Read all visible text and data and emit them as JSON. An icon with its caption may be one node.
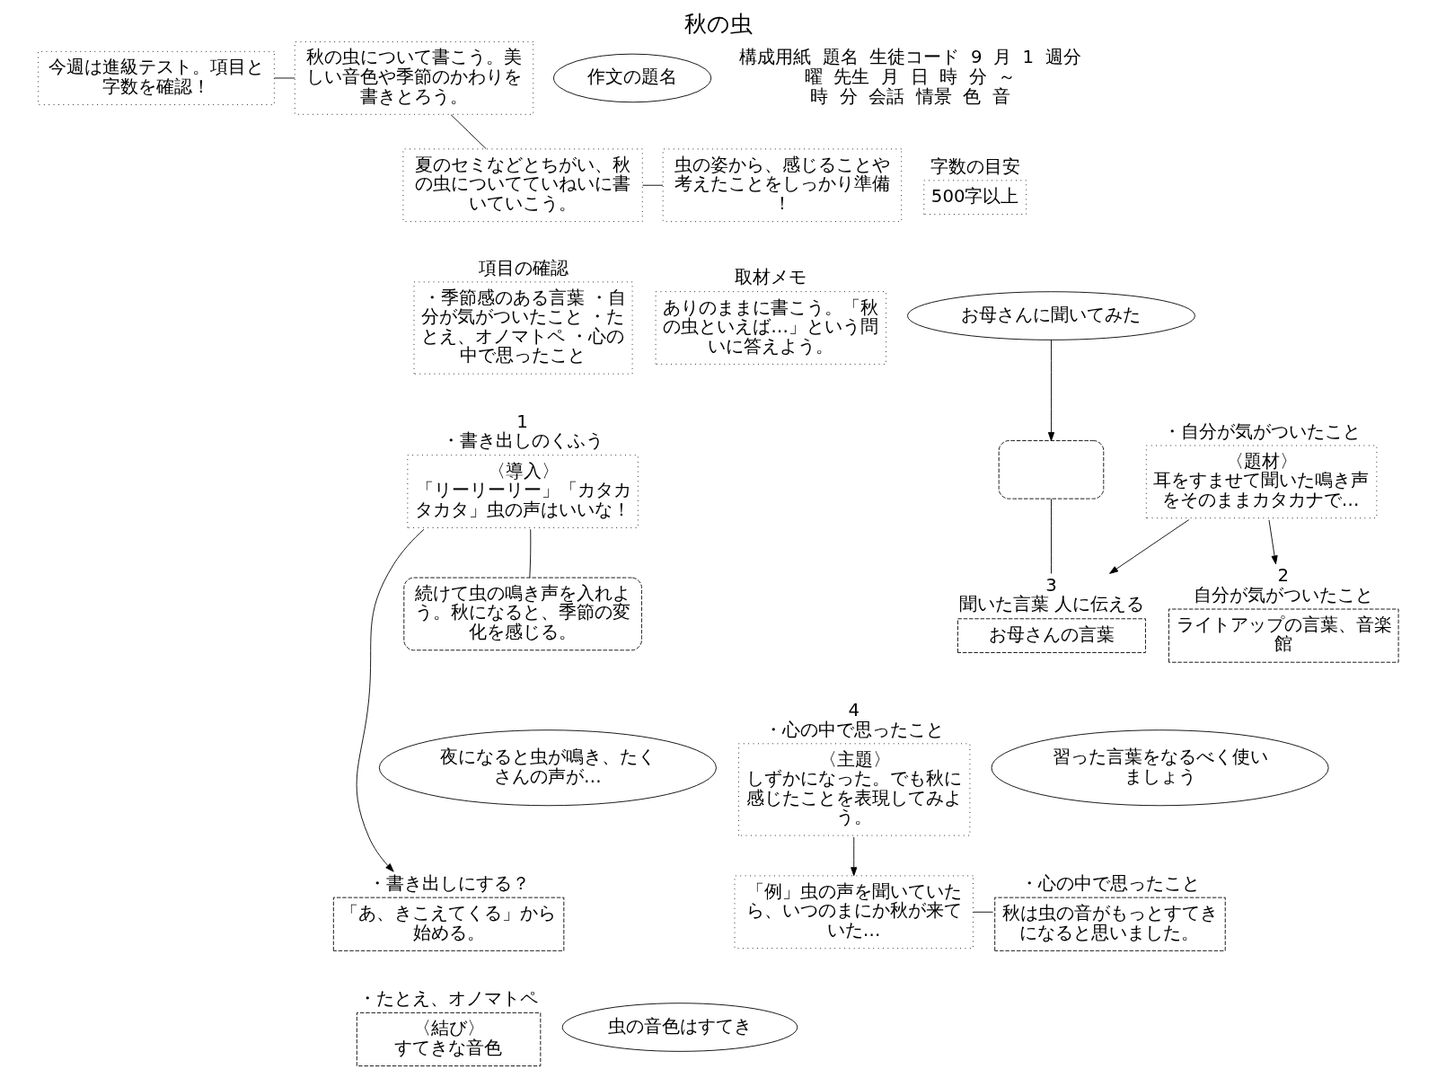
{
  "diagram": {
    "title": "秋の虫",
    "nodes": [
      {
        "text": [
          "今週は進級テスト。項目と字数を確認！"
        ]
      },
      {
        "text": [
          "秋の虫について書こう。美しい音色や季節のかわりを書きとろう。"
        ]
      },
      {
        "text": [
          "夏のセミなどとちがい、秋の虫についてていねいに書いていこう。"
        ]
      },
      {
        "text": [
          "虫の姿から、感じることや考えたことをしっかり準備！"
        ]
      },
      {
        "text": [
          "作文の題名"
        ]
      },
      {
        "text": [
          "・季節感のある言葉 ・自分が気がついたこと ・たとえ、オノマトペ ・心の中で思ったこと"
        ],
        "beside": [
          "項目の確認"
        ]
      },
      {
        "text": [
          "500字以上"
        ],
        "beside": [
          "字数の目安"
        ]
      },
      {
        "text": [
          "ありのままに書こう。「秋の虫といえば…」という問いに答えよう。"
        ],
        "beside": [
          "取材メモ"
        ]
      },
      {
        "text": [
          "お母さんに聞いてみた"
        ]
      },
      {
        "text": [],
        "shape": "cloud"
      },
      {
        "text": [
          "ライトアップの言葉、音楽館"
        ],
        "beside": [
          "2",
          "自分が気がついたこと"
        ]
      },
      {
        "text": [
          "〈題材〉",
          "耳をすませて聞いた鳴き声をそのままカタカナで…"
        ],
        "beside": [
          "・自分が気がついたこと"
        ]
      },
      {
        "text": [
          "〈導入〉",
          "「リーリーリー」「カタカタカタ」虫の声はいいな！"
        ],
        "beside": [
          "1",
          "・書き出しのくふう"
        ]
      },
      {
        "text": [
          "「あ、きこえてくる」から始める。"
        ],
        "beside": [
          "・書き出しにする？"
        ]
      },
      {
        "text": [
          "続けて虫の鳴き声を入れよう。秋になると、季節の変化を感じる。"
        ]
      },
      {
        "text": [
          "夜になると虫が鳴き、たくさんの声が…"
        ]
      },
      {
        "text": [
          "お母さんの言葉"
        ],
        "beside": [
          "3",
          "聞いた言葉 人に伝える"
        ]
      },
      {
        "text": [
          "〈主題〉",
          "しずかになった。でも秋に感じたことを表現してみよう。"
        ],
        "beside": [
          "4",
          "・心の中で思ったこと"
        ]
      },
      {
        "text": [
          "習った言葉をなるべく使いましょう"
        ]
      },
      {
        "text": [
          "秋は虫の音がもっとすてきになると思いました。"
        ],
        "beside": [
          "・心の中で思ったこと"
        ]
      },
      {
        "text": [
          "「例」虫の声を聞いていたら、いつのまにか秋が来ていた…"
        ]
      },
      {
        "text": [
          "虫の音色はすてき"
        ]
      },
      {
        "text": [
          "〈結び〉",
          "すてきな音色"
        ],
        "beside": [
          "・たとえ、オノマトペ"
        ]
      }
    ],
    "edges": [
      {
        "from": 0,
        "to": 1,
        "arrow": "none"
      },
      {
        "from": 1,
        "to": 2,
        "arrow": "none"
      },
      {
        "from": 2,
        "to": 3,
        "arrow": "none"
      },
      {
        "from": 8,
        "to": 9,
        "arrow": "to"
      },
      {
        "from": 9,
        "to": 16,
        "arrow": "none"
      },
      {
        "from": 11,
        "to": 10,
        "arrow": "to"
      },
      {
        "from": 11,
        "to": 16,
        "arrow": "to"
      },
      {
        "from": 12,
        "to": 14,
        "arrow": "none"
      },
      {
        "from": 12,
        "to": 13,
        "arrow": "to"
      },
      {
        "from": 17,
        "to": 20,
        "arrow": "to"
      },
      {
        "from": 20,
        "to": 19,
        "arrow": "none"
      }
    ],
    "labels": [
      "構成用紙",
      "題名",
      "生徒コード",
      "9",
      "月",
      "1",
      "週分",
      "曜",
      "先生",
      "月",
      "日",
      "時",
      "分",
      "～",
      "時",
      "分",
      "会話",
      "情景",
      "色",
      "音"
    ]
  }
}
